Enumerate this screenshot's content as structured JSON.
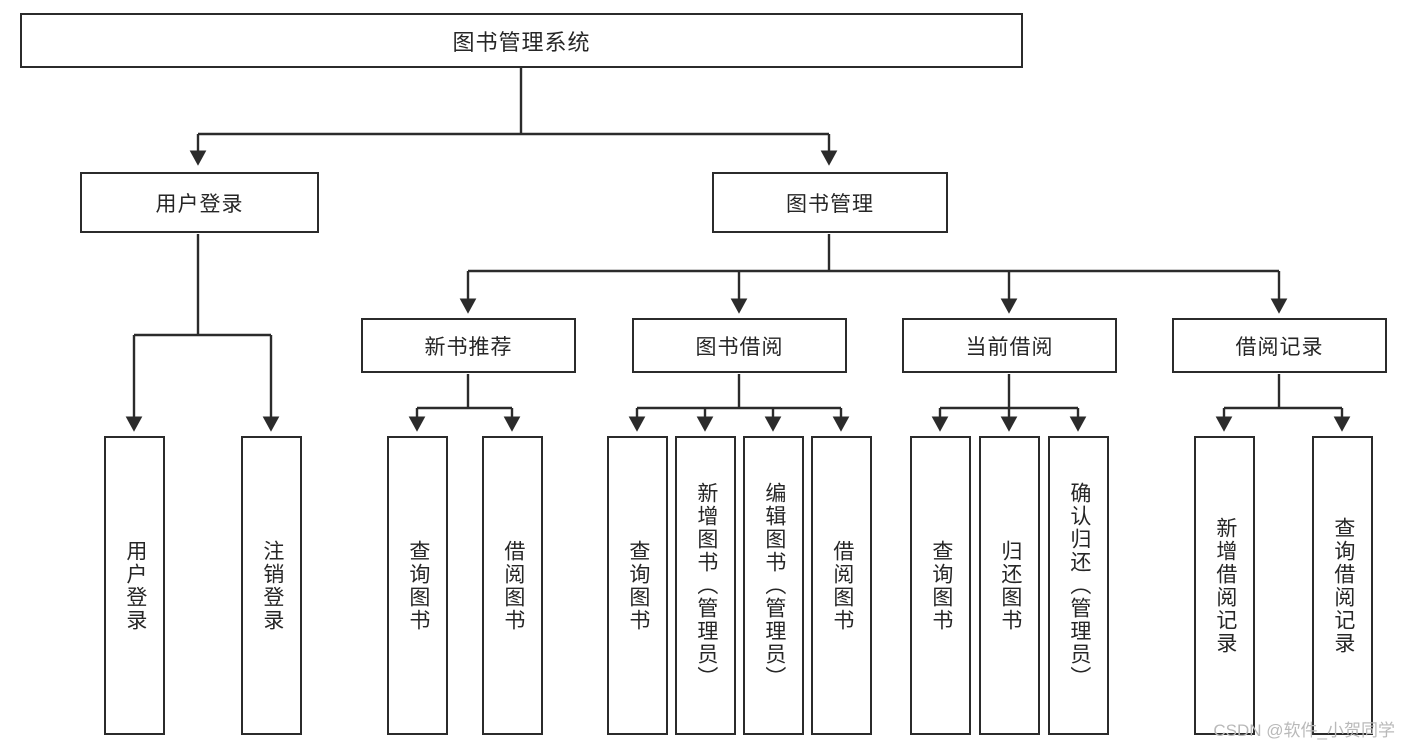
{
  "diagram": {
    "title": "图书管理系统",
    "type": "tree",
    "watermark": "CSDN @软件_小贺同学",
    "colors": {
      "stroke": "#2b2b2b",
      "text": "#262626",
      "background": "#ffffff",
      "watermark": "#b9b9b9"
    },
    "nodes": {
      "root": {
        "label": "图书管理系统",
        "level": 0
      },
      "level1": [
        {
          "id": "user-login",
          "label": "用户登录"
        },
        {
          "id": "book-manage",
          "label": "图书管理"
        }
      ],
      "level2": [
        {
          "id": "new-book-rec",
          "label": "新书推荐",
          "parent": "book-manage"
        },
        {
          "id": "book-borrow",
          "label": "图书借阅",
          "parent": "book-manage"
        },
        {
          "id": "current-borrow",
          "label": "当前借阅",
          "parent": "book-manage"
        },
        {
          "id": "borrow-record",
          "label": "借阅记录",
          "parent": "book-manage"
        }
      ],
      "leaves": [
        {
          "id": "leaf-user-login",
          "label": "用户登录",
          "parent": "user-login"
        },
        {
          "id": "leaf-user-logout",
          "label": "注销登录",
          "parent": "user-login"
        },
        {
          "id": "leaf-query-book-1",
          "label": "查询图书",
          "parent": "new-book-rec"
        },
        {
          "id": "leaf-borrow-book-1",
          "label": "借阅图书",
          "parent": "new-book-rec"
        },
        {
          "id": "leaf-query-book-2",
          "label": "查询图书",
          "parent": "book-borrow"
        },
        {
          "id": "leaf-add-book",
          "label": "新增图书（管理员）",
          "parent": "book-borrow"
        },
        {
          "id": "leaf-edit-book",
          "label": "编辑图书（管理员）",
          "parent": "book-borrow"
        },
        {
          "id": "leaf-borrow-book-2",
          "label": "借阅图书",
          "parent": "book-borrow"
        },
        {
          "id": "leaf-query-book-3",
          "label": "查询图书",
          "parent": "current-borrow"
        },
        {
          "id": "leaf-return-book",
          "label": "归还图书",
          "parent": "current-borrow"
        },
        {
          "id": "leaf-confirm-return",
          "label": "确认归还（管理员）",
          "parent": "current-borrow"
        },
        {
          "id": "leaf-add-record",
          "label": "新增借阅记录",
          "parent": "borrow-record"
        },
        {
          "id": "leaf-query-record",
          "label": "查询借阅记录",
          "parent": "borrow-record"
        }
      ]
    }
  }
}
